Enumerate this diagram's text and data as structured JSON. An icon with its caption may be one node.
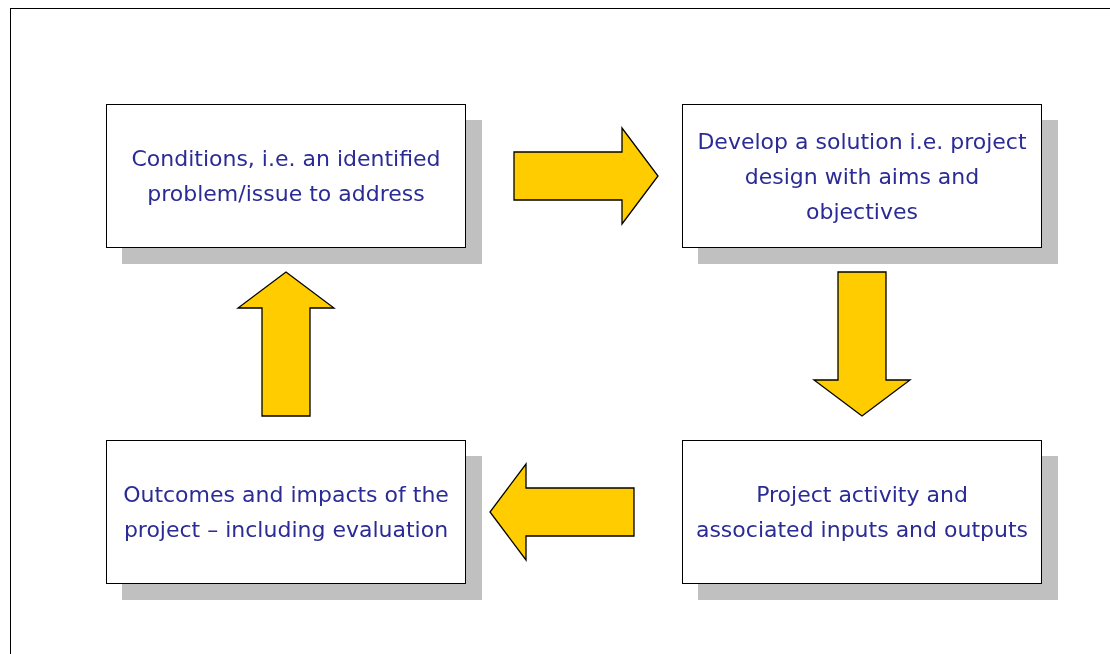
{
  "diagram": {
    "nodes": [
      {
        "text": [
          "Conditions, i.e. an identified problem/issue to address"
        ]
      },
      {
        "text": [
          "Develop a solution i.e. project design with aims and objectives"
        ]
      },
      {
        "text": [
          "Project activity and associated inputs and outputs"
        ]
      },
      {
        "text": [
          "Outcomes and impacts of the project – including evaluation"
        ]
      }
    ],
    "edges": [
      {
        "from": 0,
        "to": 1,
        "arrow": "to"
      },
      {
        "from": 1,
        "to": 2,
        "arrow": "to"
      },
      {
        "from": 2,
        "to": 3,
        "arrow": "to"
      },
      {
        "from": 3,
        "to": 0,
        "arrow": "to"
      }
    ]
  }
}
